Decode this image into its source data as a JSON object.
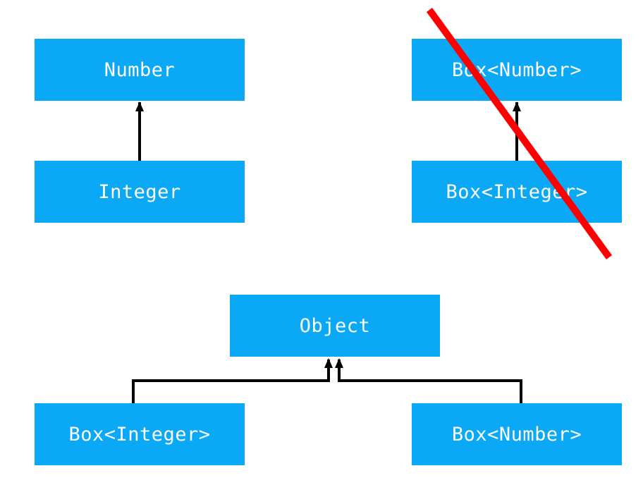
{
  "diagrams": {
    "top_left": {
      "parent": {
        "label": "Number"
      },
      "child": {
        "label": "Integer"
      }
    },
    "top_right": {
      "parent": {
        "label": "Box<Number>"
      },
      "child": {
        "label": "Box<Integer>"
      },
      "crossed_out": true,
      "cross_color": "#ff0000"
    },
    "bottom": {
      "parent": {
        "label": "Object"
      },
      "children": [
        {
          "label": "Box<Integer>"
        },
        {
          "label": "Box<Number>"
        }
      ]
    }
  },
  "colors": {
    "box_fill": "#0aa8f5",
    "box_text": "#ffffff",
    "arrow": "#000000",
    "cross": "#ff0000"
  }
}
